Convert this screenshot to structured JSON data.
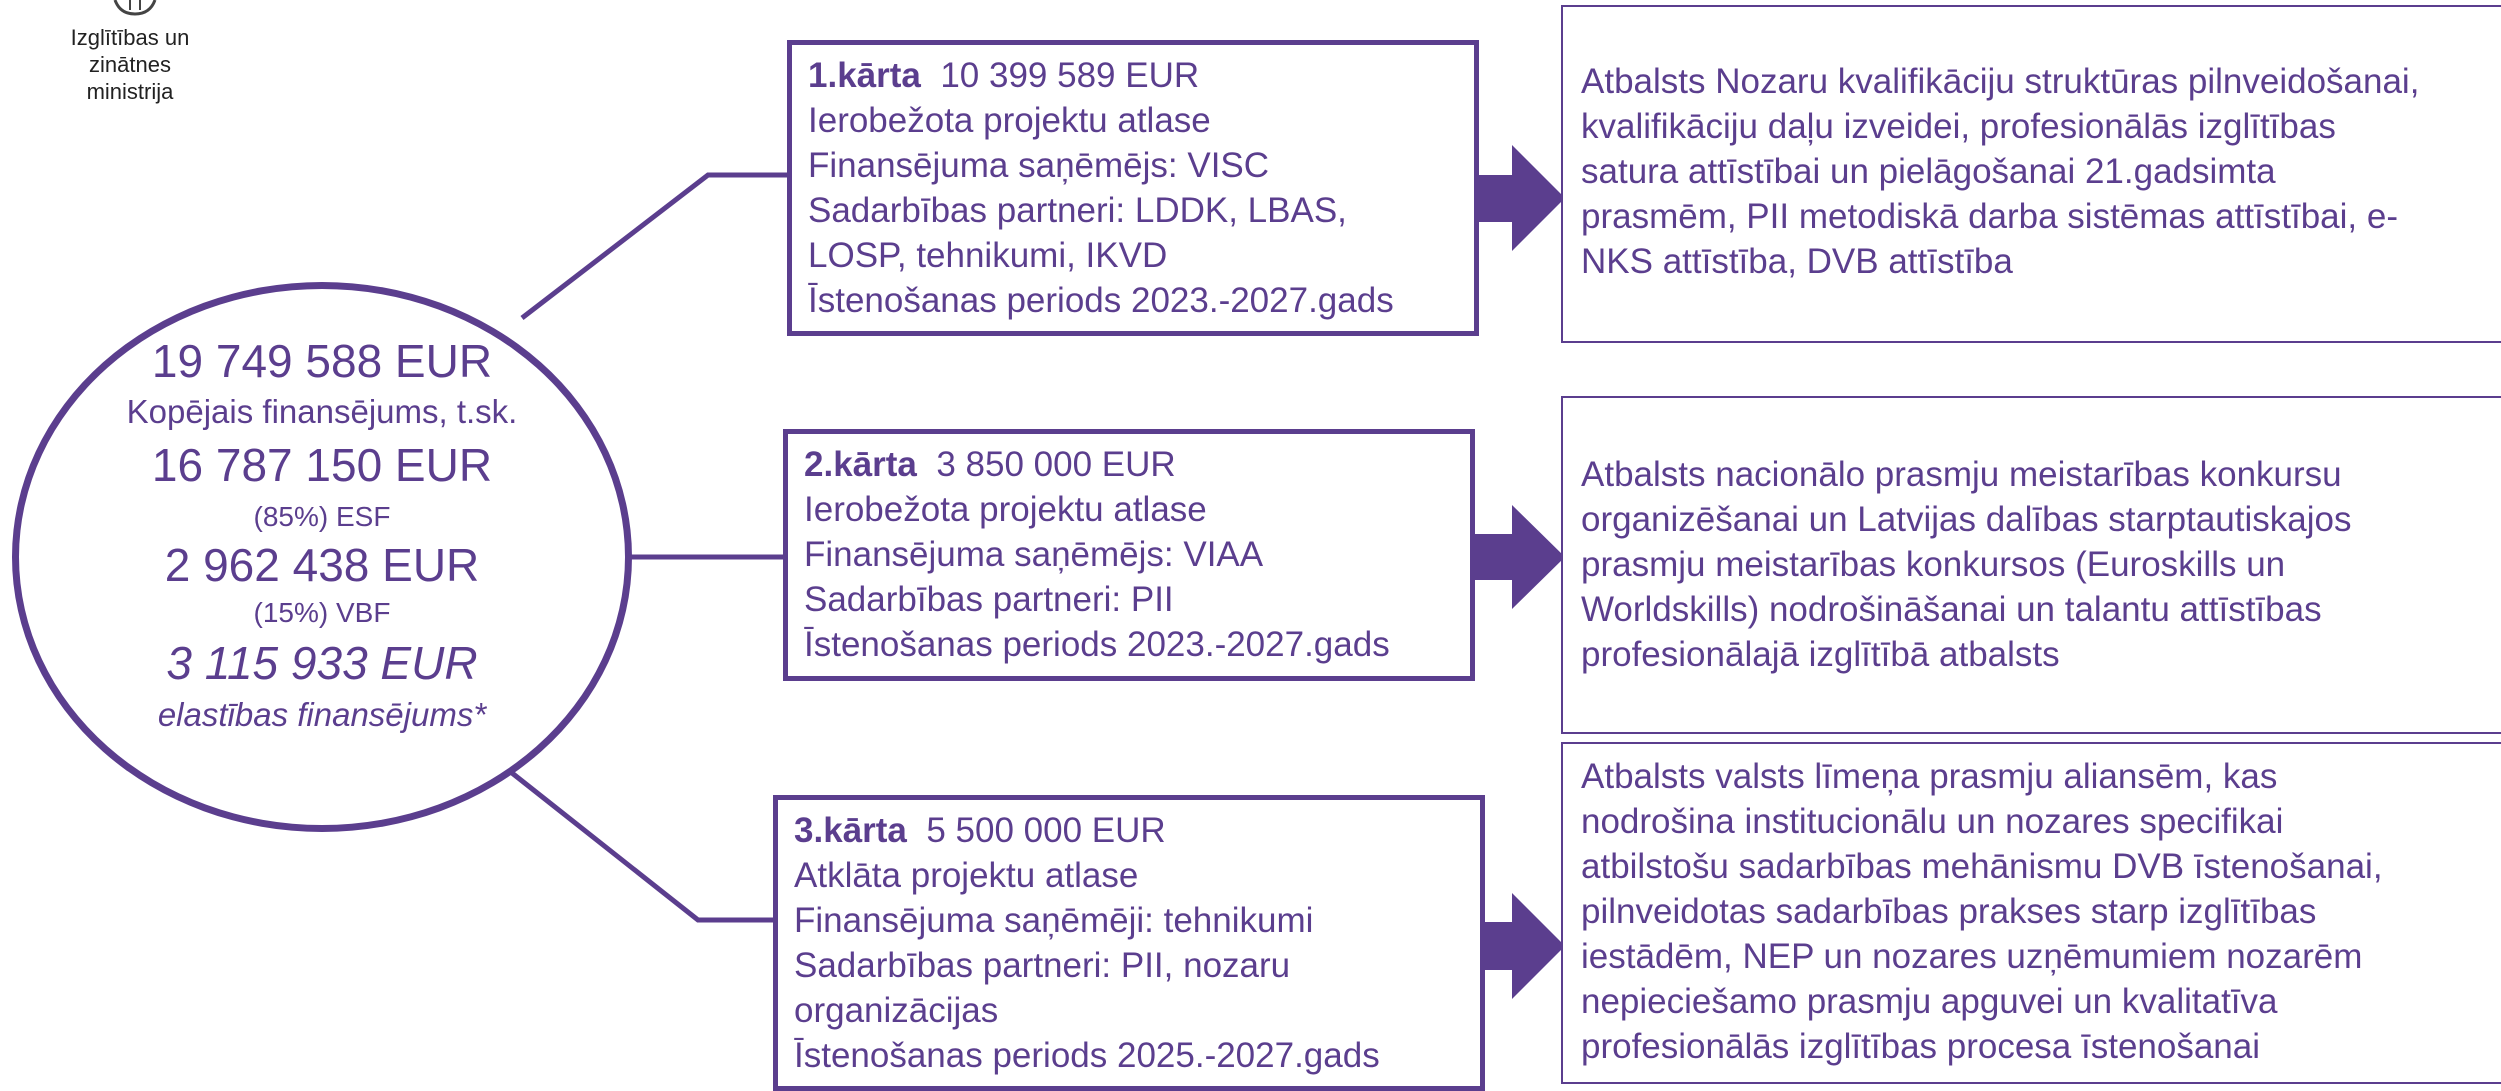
{
  "logo": {
    "line1": "Izglītības un zinātnes",
    "line2": "ministrija"
  },
  "summary": {
    "total_amount": "19 749 588 EUR",
    "total_label": "Kopējais finansējums, t.sk.",
    "esf_amount": "16 787 150 EUR",
    "esf_label": "(85%) ESF",
    "vbf_amount": "2 962 438 EUR",
    "vbf_label": "(15%) VBF",
    "flex_amount": "3 115 933 EUR",
    "flex_label": "elastības finansējums*"
  },
  "rounds": [
    {
      "title": "1.kārta",
      "amount": "10 399 589 EUR",
      "lines": [
        "Ierobežota projektu atlase",
        "Finansējuma saņēmējs: VISC",
        "Sadarbības partneri: LDDK, LBAS,",
        "LOSP, tehnikumi, IKVD",
        "Īstenošanas periods 2023.-2027.gads"
      ],
      "description": [
        "Atbalsts Nozaru kvalifikāciju struktūras pilnveidošanai,",
        "kvalifikāciju daļu izveidei, profesionālās izglītības",
        "satura attīstībai un pielāgošanai 21.gadsimta",
        "prasmēm, PII metodiskā darba sistēmas attīstībai, e-",
        "NKS attīstība, DVB attīstība"
      ]
    },
    {
      "title": "2.kārta",
      "amount": "3 850 000 EUR",
      "lines": [
        "Ierobežota projektu atlase",
        "Finansējuma saņēmējs: VIAA",
        "Sadarbības partneri: PII",
        "Īstenošanas periods 2023.-2027.gads"
      ],
      "description": [
        "Atbalsts nacionālo prasmju meistarības konkursu",
        "organizēšanai un Latvijas dalības starptautiskajos",
        "prasmju meistarības konkursos (Euroskills un",
        "Worldskills) nodrošināšanai un talantu attīstības",
        "profesionālajā izglītībā atbalsts"
      ]
    },
    {
      "title": "3.kārta",
      "amount": "5 500 000 EUR",
      "lines": [
        "Atklāta projektu atlase",
        "Finansējuma saņēmēji: tehnikumi",
        "Sadarbības partneri: PII, nozaru",
        "organizācijas",
        "Īstenošanas periods 2025.-2027.gads"
      ],
      "description": [
        "Atbalsts valsts līmeņa prasmju aliansēm, kas",
        "nodrošina institucionālu un nozares specifikai",
        "atbilstošu sadarbības mehānismu DVB īstenošanai,",
        "pilnveidotas sadarbības prakses starp izglītības",
        "iestādēm, NEP un nozares uzņēmumiem nozarēm",
        "nepieciešamo prasmju apguvei un kvalitatīva",
        "profesionālās izglītības procesa īstenošanai"
      ]
    }
  ],
  "colors": {
    "accent": "#5b3e8e",
    "arrow": "#5b3e8e"
  }
}
